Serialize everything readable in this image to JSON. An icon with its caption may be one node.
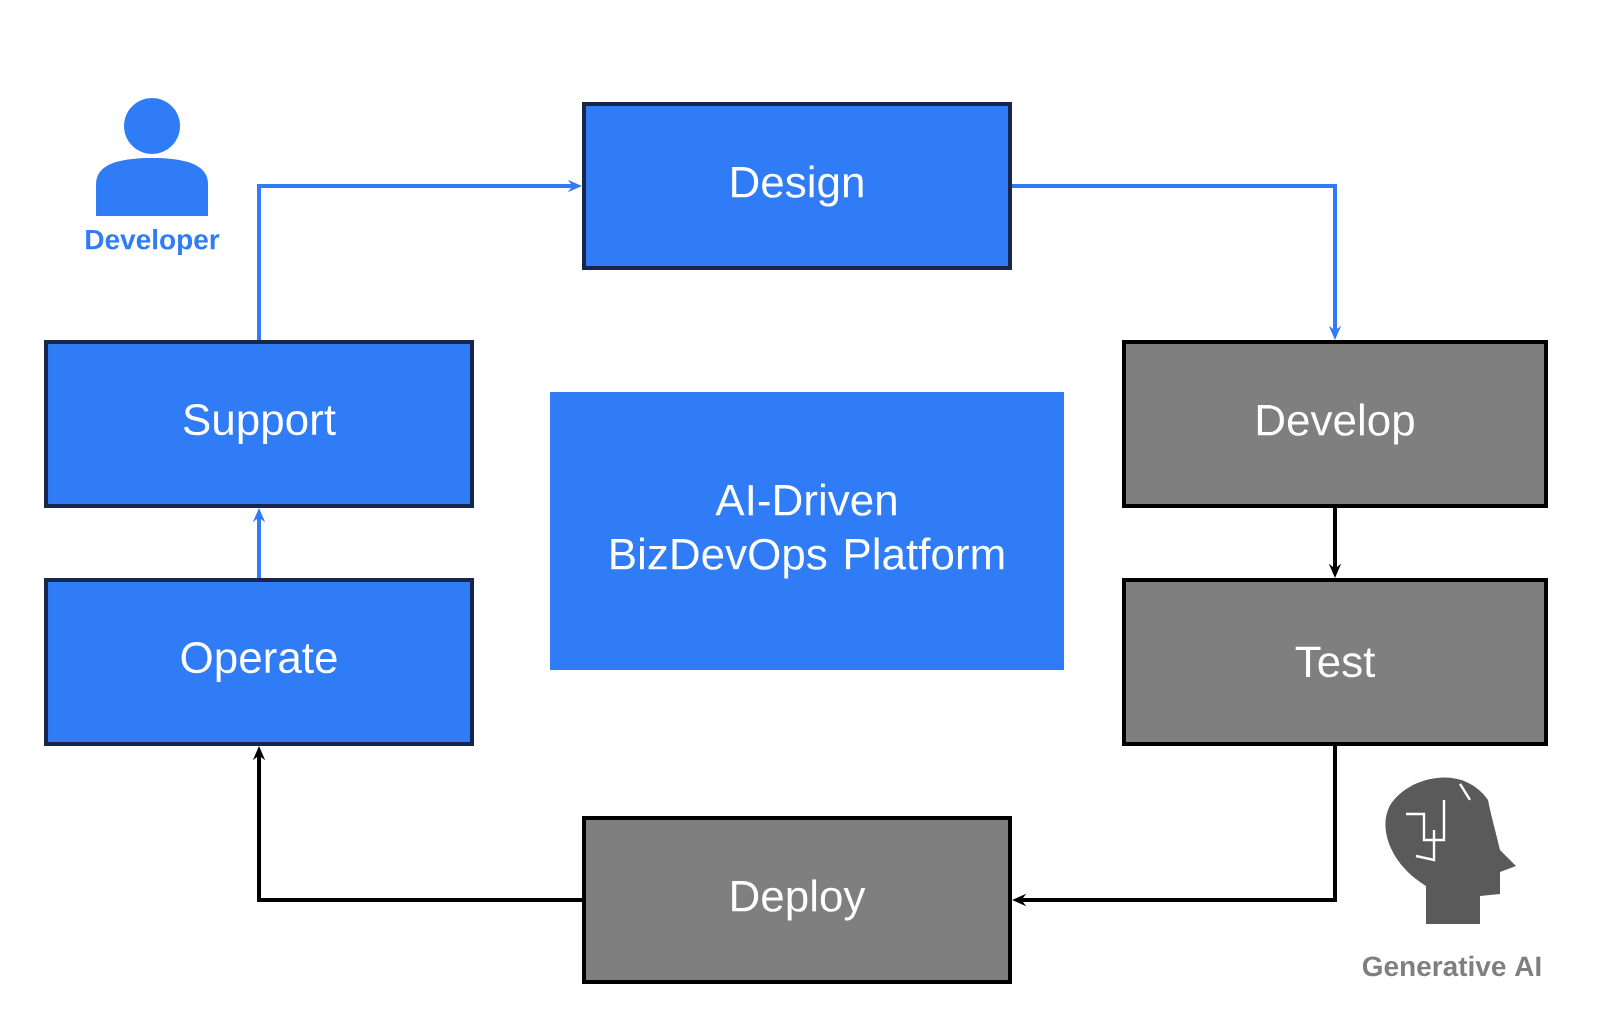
{
  "diagram": {
    "nodes": [
      {
        "text": [
          "Design"
        ]
      },
      {
        "text": [
          "Develop"
        ]
      },
      {
        "text": [
          "Test"
        ]
      },
      {
        "text": [
          "Deploy"
        ]
      },
      {
        "text": [
          "Operate"
        ]
      },
      {
        "text": [
          "Support"
        ]
      },
      {
        "text": [
          "AI-Driven BizDevOps Platform"
        ]
      }
    ],
    "edges": [
      {
        "from": 5,
        "to": 0,
        "arrow": "to",
        "color": "#2f7cf6"
      },
      {
        "from": 0,
        "to": 1,
        "arrow": "to",
        "color": "#2f7cf6"
      },
      {
        "from": 1,
        "to": 2,
        "arrow": "to",
        "color": "#000000"
      },
      {
        "from": 2,
        "to": 3,
        "arrow": "to",
        "color": "#000000"
      },
      {
        "from": 3,
        "to": 4,
        "arrow": "to",
        "color": "#000000"
      },
      {
        "from": 4,
        "to": 5,
        "arrow": "to",
        "color": "#2f7cf6"
      }
    ],
    "labels": [
      "Developer",
      "Generative AI"
    ]
  }
}
